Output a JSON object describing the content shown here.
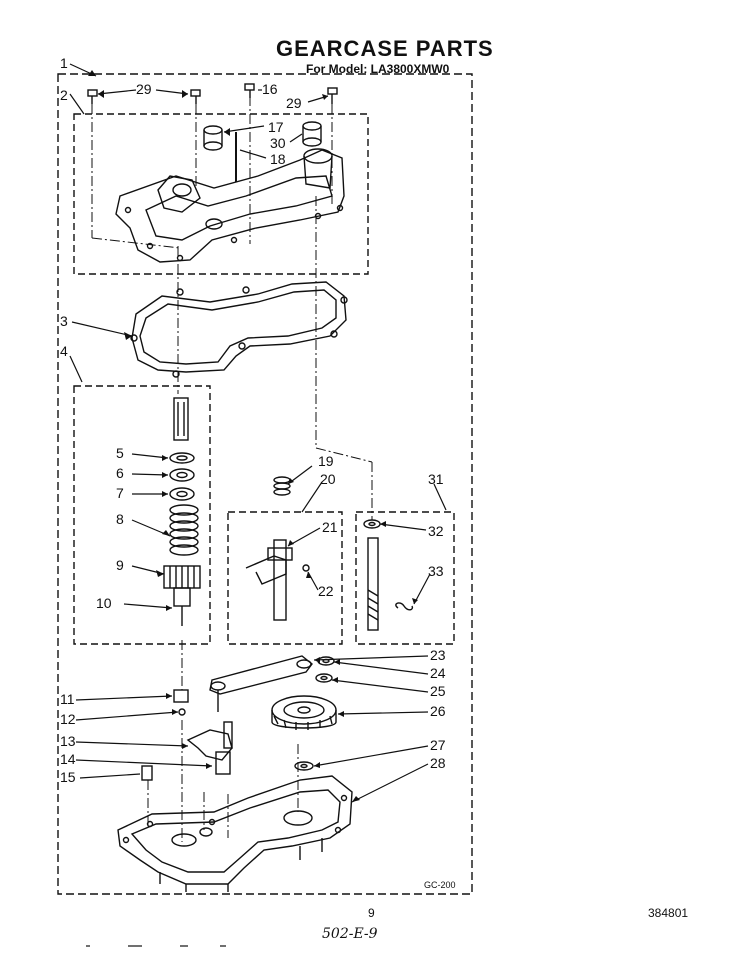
{
  "header": {
    "title": "GEARCASE PARTS",
    "subtitle": "For Model: LA3800XMW0"
  },
  "diagram_code": "GC-200",
  "footer": {
    "page_number": "9",
    "document_code": "384801",
    "handwritten_note": "502-E-9"
  },
  "callouts": {
    "c1": "1",
    "c2": "2",
    "c3": "3",
    "c4": "4",
    "c5": "5",
    "c6": "6",
    "c7": "7",
    "c8": "8",
    "c9": "9",
    "c10": "10",
    "c11": "11",
    "c12": "12",
    "c13": "13",
    "c14": "14",
    "c15": "15",
    "c16": "16",
    "c17": "17",
    "c18": "18",
    "c19": "19",
    "c20": "20",
    "c21": "21",
    "c22": "22",
    "c23": "23",
    "c24": "24",
    "c25": "25",
    "c26": "26",
    "c27": "27",
    "c28": "28",
    "c29a": "29",
    "c29b": "29",
    "c30": "30",
    "c31": "31",
    "c32": "32",
    "c33": "33"
  }
}
